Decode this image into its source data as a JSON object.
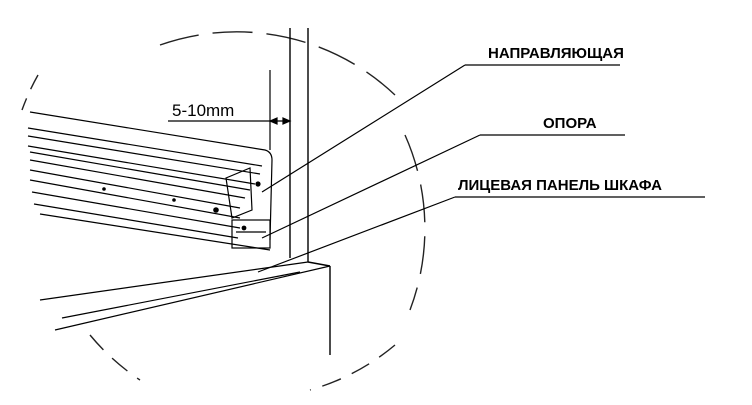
{
  "diagram": {
    "dimension_label": "5-10mm",
    "callouts": [
      {
        "id": "guide",
        "label": "НАПРАВЛЯЮЩАЯ"
      },
      {
        "id": "support",
        "label": "ОПОРА"
      },
      {
        "id": "cabinet_front_panel",
        "label": "ЛИЦЕВАЯ ПАНЕЛЬ ШКАФА"
      }
    ]
  }
}
